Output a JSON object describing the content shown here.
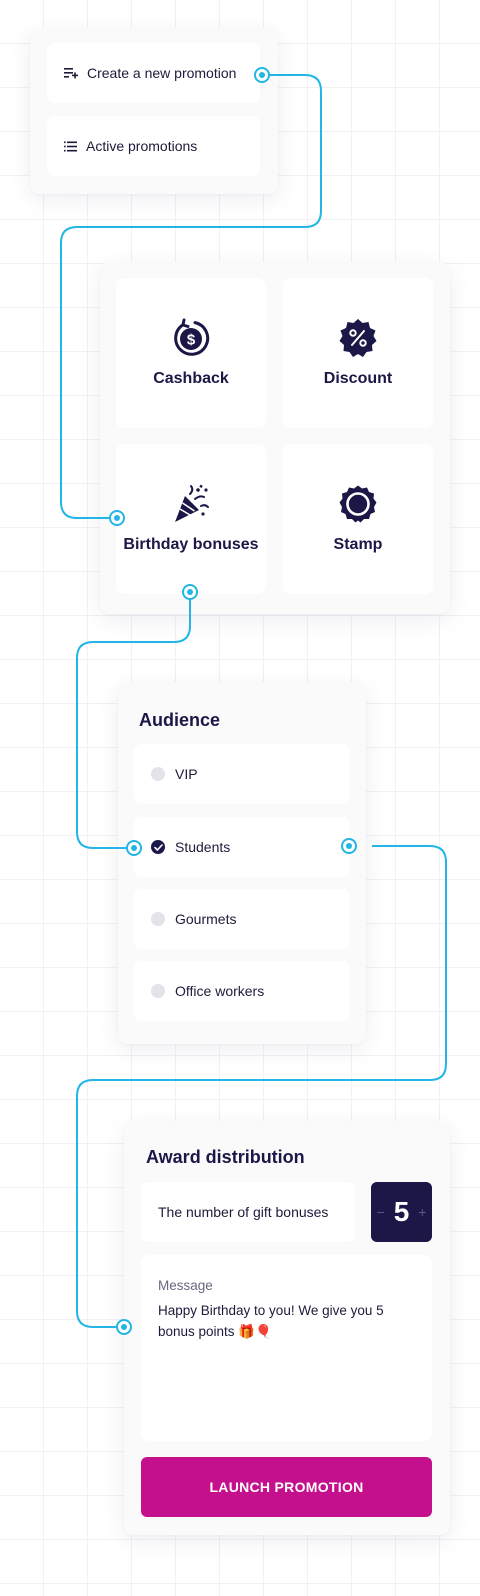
{
  "menu": {
    "create_label": "Create a new promotion",
    "active_label": "Active promotions"
  },
  "promotions": {
    "cashback": "Cashback",
    "discount": "Discount",
    "birthday": "Birthday bonuses",
    "stamp": "Stamp"
  },
  "audience": {
    "title": "Audience",
    "options": [
      {
        "label": "VIP",
        "checked": false
      },
      {
        "label": "Students",
        "checked": true
      },
      {
        "label": "Gourmets",
        "checked": false
      },
      {
        "label": "Office workers",
        "checked": false
      }
    ]
  },
  "award": {
    "title": "Award distribution",
    "gift_label": "The number of gift bonuses",
    "gift_count": "5",
    "minus": "−",
    "plus": "+",
    "message_label": "Message",
    "message_text": "Happy Birthday to you! We give you 5 bonus points 🎁🎈",
    "launch_label": "LAUNCH PROMOTION"
  },
  "colors": {
    "accent_navy": "#1b1747",
    "connector_blue": "#22b5e5",
    "launch_magenta": "#c5108e"
  },
  "icons": [
    "add-list-icon",
    "list-icon",
    "cashback-icon",
    "discount-icon",
    "party-popper-icon",
    "stamp-icon",
    "check-icon"
  ]
}
